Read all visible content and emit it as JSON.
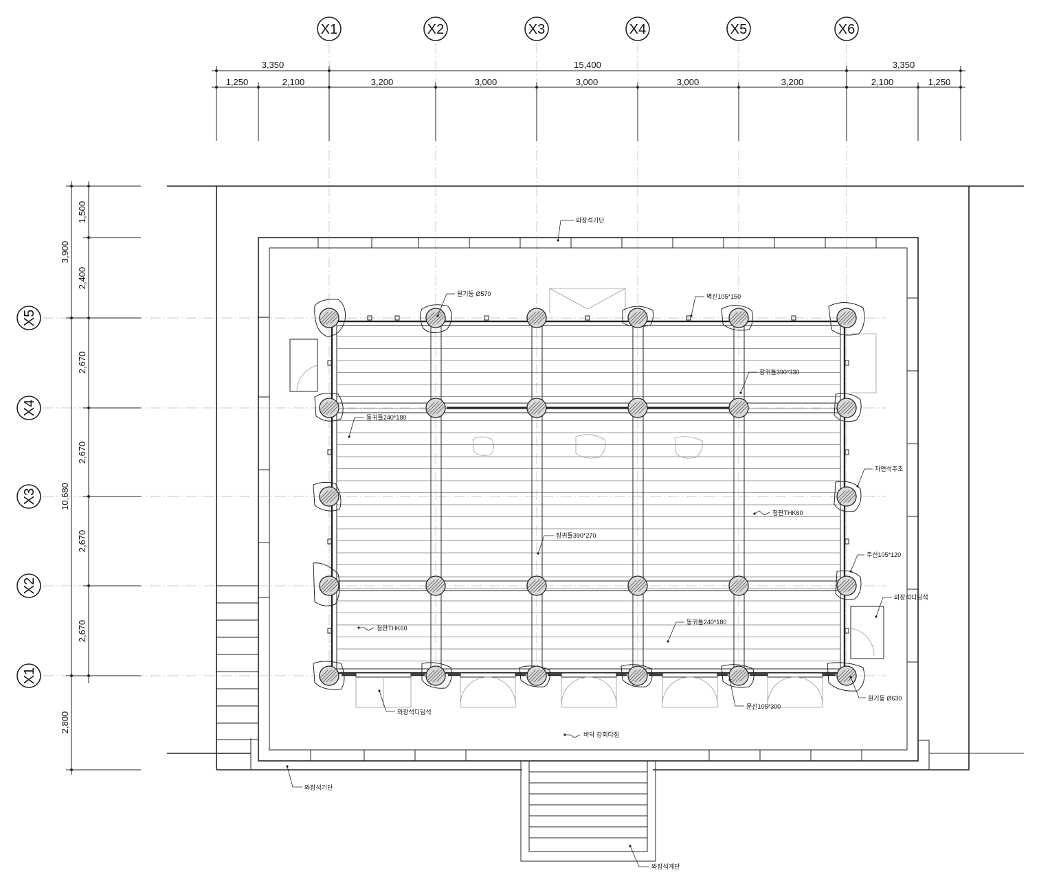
{
  "grid": {
    "x_axes": [
      "X1",
      "X2",
      "X3",
      "X4",
      "X5",
      "X6"
    ],
    "y_axes": [
      "X5",
      "X4",
      "X3",
      "X2",
      "X1"
    ]
  },
  "dimensions": {
    "top_overall": [
      "3,350",
      "15,400",
      "3,350"
    ],
    "top_detail": [
      "1,250",
      "2,100",
      "3,200",
      "3,000",
      "3,000",
      "3,000",
      "3,200",
      "2,100",
      "1,250"
    ],
    "left_overall": [
      "3,900",
      "10,680"
    ],
    "left_detail": [
      "1,500",
      "2,400",
      "2,670",
      "2,670",
      "2,670",
      "2,670",
      "2,800"
    ]
  },
  "annotations": [
    {
      "id": "plinth-top",
      "text": "와장석기단"
    },
    {
      "id": "round-column-570",
      "text": "원기둥 Ø570"
    },
    {
      "id": "lintel",
      "text": "벽선105*150"
    },
    {
      "id": "girt-390-330",
      "text": "장귀틀390*330"
    },
    {
      "id": "girt-240-180-left",
      "text": "동귀틀240*180"
    },
    {
      "id": "natural-stone",
      "text": "자연석주초"
    },
    {
      "id": "floorboard-right",
      "text": "청판THK60"
    },
    {
      "id": "girt-390-270",
      "text": "장귀틀390*270"
    },
    {
      "id": "jamb",
      "text": "주선105*120"
    },
    {
      "id": "stepstone-right",
      "text": "와장석디딤석"
    },
    {
      "id": "floorboard-left",
      "text": "청판THK60"
    },
    {
      "id": "girt-240-180-right",
      "text": "동귀틀240*180"
    },
    {
      "id": "stepstone-bottom",
      "text": "와장석디딤석"
    },
    {
      "id": "door-sill",
      "text": "문선105*300"
    },
    {
      "id": "round-column-630",
      "text": "원기둥 Ø630"
    },
    {
      "id": "floor-finish",
      "text": "바닥 강회다짐"
    },
    {
      "id": "plinth-bottom",
      "text": "와장석기단"
    },
    {
      "id": "stair",
      "text": "와장석계단"
    }
  ]
}
